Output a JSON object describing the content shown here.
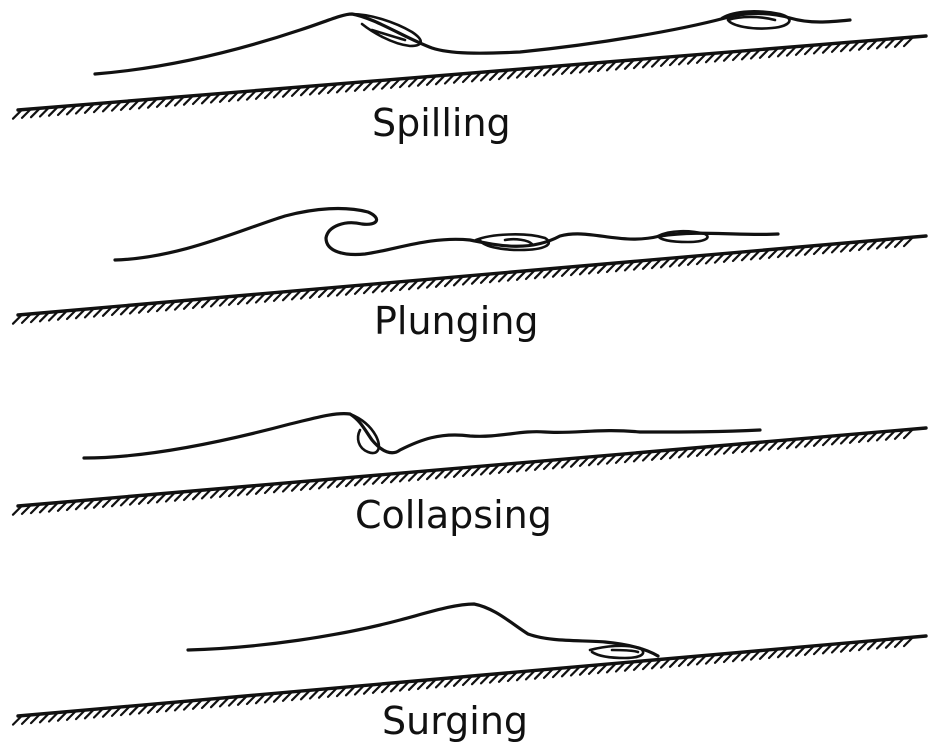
{
  "panels": [
    {
      "id": "spilling",
      "label": "Spilling"
    },
    {
      "id": "plunging",
      "label": "Plunging"
    },
    {
      "id": "collapsing",
      "label": "Collapsing"
    },
    {
      "id": "surging",
      "label": "Surging"
    }
  ]
}
